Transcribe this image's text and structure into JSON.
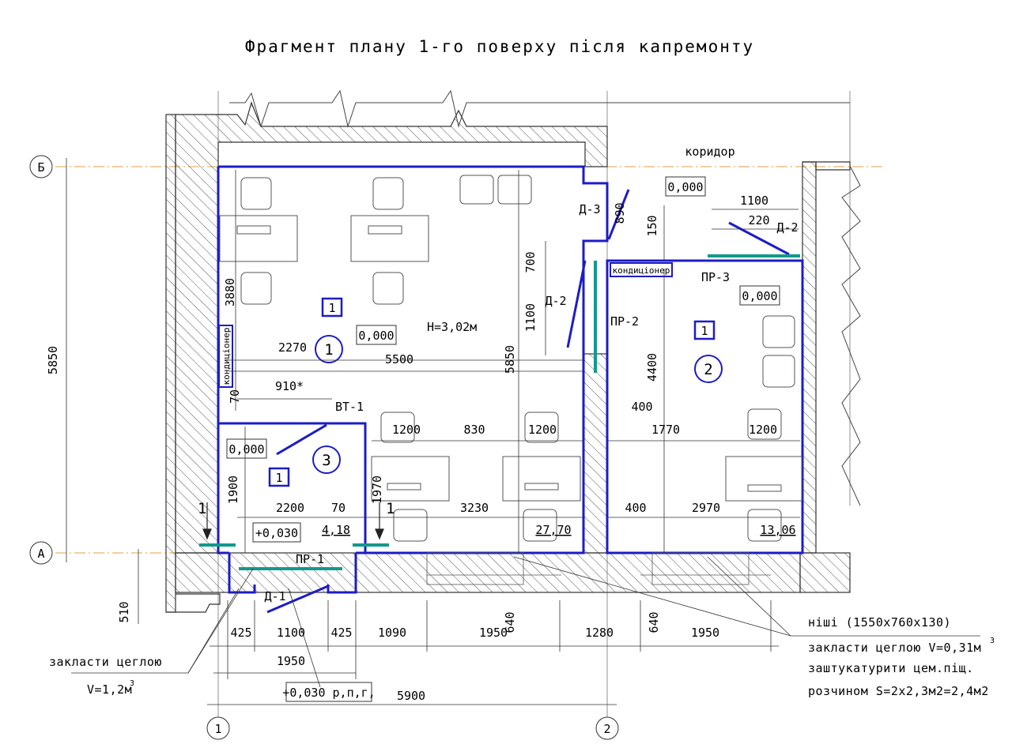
{
  "title": "Фрагмент плану  1-го поверху після капремонту",
  "axes": {
    "rows": [
      "Б",
      "А"
    ],
    "cols": [
      "1",
      "2"
    ]
  },
  "rooms": {
    "room1": {
      "number": "1",
      "category": "1",
      "level": "0,000",
      "height": "H=3,02м"
    },
    "room2": {
      "number": "2",
      "category": "1",
      "level": "0,000",
      "area": "13,06"
    },
    "room3": {
      "number": "3",
      "category": "1",
      "level": "0,000",
      "area": "4,18"
    },
    "corridor": {
      "name": "коридор",
      "level": "0,000"
    },
    "room1_area": "27,70"
  },
  "equipment": {
    "ac1": "кондиціонер",
    "ac2": "кондиціонер"
  },
  "doors": {
    "d1": "Д-1",
    "d2a": "Д-2",
    "d2b": "Д-2",
    "d3": "Д-3",
    "vt1": "ВТ-1"
  },
  "openings": {
    "pr1": "ПР-1",
    "pr2": "ПР-2",
    "pr3": "ПР-3"
  },
  "section_mark": "1",
  "levels": {
    "entry": "+0,030",
    "entry_note": "+0,030 р,п,г,"
  },
  "dimensions": {
    "overall_height": "5850",
    "d3880": "3880",
    "d70a": "70",
    "d2270": "2270",
    "d5500": "5500",
    "d5850b": "5850",
    "d910": "910*",
    "d700": "700",
    "d1100v": "1100",
    "d890": "890",
    "d150": "150",
    "d1100": "1100",
    "d220": "220",
    "d4400": "4400",
    "d400a": "400",
    "d1770": "1770",
    "d1200a": "1200",
    "d830": "830",
    "d1200b": "1200",
    "d1200c": "1200",
    "d1900": "1900",
    "d2200": "2200",
    "d70b": "70",
    "d1970": "1970",
    "d3230": "3230",
    "d400b": "400",
    "d2970": "2970",
    "d510": "510",
    "b425a": "425",
    "b1100": "1100",
    "b425b": "425",
    "b1090": "1090",
    "b1950a": "1950",
    "b640a": "640",
    "b1280": "1280",
    "b640b": "640",
    "b1950b": "1950",
    "b1950c": "1950",
    "b5900": "5900"
  },
  "notes": {
    "brick_left_1": "закласти цеглою",
    "brick_left_2": "V=1,2м",
    "brick_left_sup": "3",
    "niches": "ніші (1550х760х130)",
    "brick_right": "закласти цеглою  V=0,31м",
    "brick_right_sup": "3",
    "plaster_1": "заштукатурити цем.піщ.",
    "plaster_2": "розчином  S=2х2,3м2=2,4м2"
  },
  "colors": {
    "wall_new": "#1c1cc8",
    "opening": "#12998c",
    "line": "#222222",
    "axis": "#e0a040",
    "hatch": "#555555"
  }
}
